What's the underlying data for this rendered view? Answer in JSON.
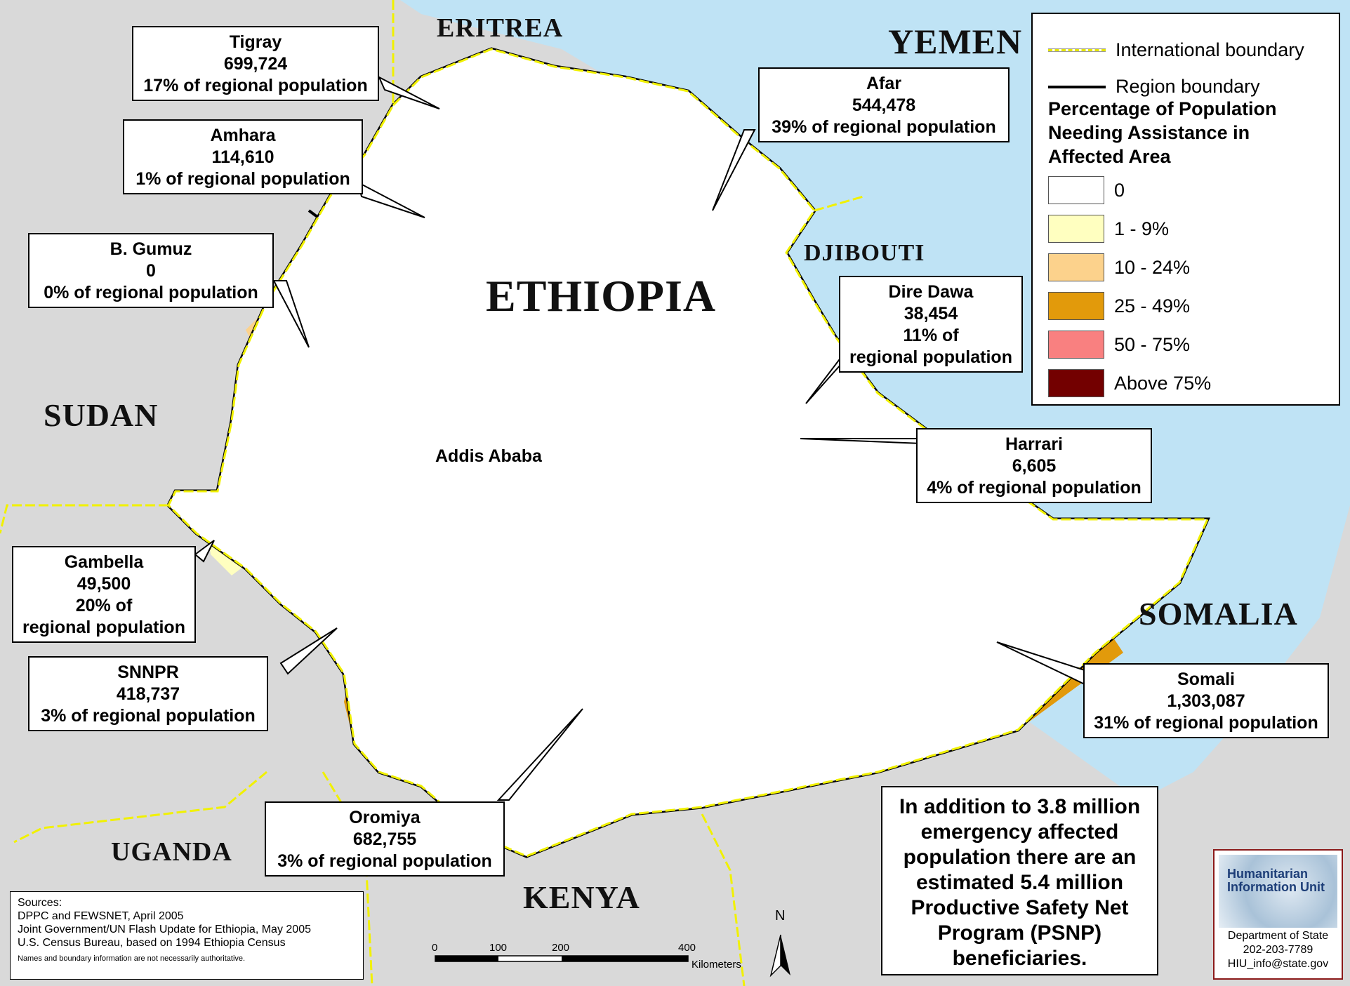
{
  "colors": {
    "sea": "#bfe3f5",
    "land_outside": "#d9d9d9",
    "class_0": "#ffffff",
    "class_1_9": "#ffffc0",
    "class_10_24": "#fcd28c",
    "class_25_49": "#e29a0b",
    "class_50_75": "#f98080",
    "class_above_75": "#730000",
    "international_boundary": "#f1f100",
    "region_boundary": "#000000"
  },
  "countries": {
    "eritrea": "ERITREA",
    "yemen": "YEMEN",
    "djibouti": "DJIBOUTI",
    "sudan": "SUDAN",
    "somalia": "SOMALIA",
    "uganda": "UGANDA",
    "kenya": "KENYA",
    "ethiopia": "ETHIOPIA"
  },
  "capital": "Addis Ababa",
  "regions": {
    "tigray": {
      "name": "Tigray",
      "count": "699,724",
      "pct": "17% of regional population"
    },
    "amhara": {
      "name": "Amhara",
      "count": "114,610",
      "pct": "1% of regional population"
    },
    "bgumuz": {
      "name": "B. Gumuz",
      "count": "0",
      "pct": "0% of regional population"
    },
    "gambella": {
      "name": "Gambella",
      "count": "49,500",
      "pct1": "20% of",
      "pct2": "regional population"
    },
    "snnpr": {
      "name": "SNNPR",
      "count": "418,737",
      "pct": "3% of regional population"
    },
    "oromiya": {
      "name": "Oromiya",
      "count": "682,755",
      "pct": "3% of regional population"
    },
    "afar": {
      "name": "Afar",
      "count": "544,478",
      "pct": "39% of regional population"
    },
    "diredawa": {
      "name": "Dire Dawa",
      "count": "38,454",
      "pct1": "11% of",
      "pct2": "regional population"
    },
    "harrari": {
      "name": "Harrari",
      "count": "6,605",
      "pct": "4% of regional population"
    },
    "somali": {
      "name": "Somali",
      "count": "1,303,087",
      "pct": "31% of regional population"
    }
  },
  "legend": {
    "intl_boundary": "International boundary",
    "region_boundary": "Region boundary",
    "title": "Percentage of Population Needing Assistance in Affected Area",
    "classes": [
      "0",
      "1 - 9%",
      "10 - 24%",
      "25 - 49%",
      "50 - 75%",
      "Above 75%"
    ]
  },
  "sources": {
    "heading": "Sources:",
    "lines": [
      "DPPC and FEWSNET, April 2005",
      "Joint Government/UN Flash Update for Ethiopia, May 2005",
      "U.S. Census Bureau, based on 1994 Ethiopia Census"
    ],
    "disclaimer": "Names and boundary information are not necessarily authoritative."
  },
  "note": "In addition to 3.8 million emergency affected population there are an estimated 5.4 million Productive Safety Net Program (PSNP) beneficiaries.",
  "scale": {
    "ticks": [
      "0",
      "100",
      "200",
      "400"
    ],
    "unit": "Kilometers"
  },
  "north": "N",
  "hiu": {
    "logo": "Humanitarian Information Unit",
    "org": "Department of State",
    "phone": "202-203-7789",
    "email": "HIU_info@state.gov"
  }
}
